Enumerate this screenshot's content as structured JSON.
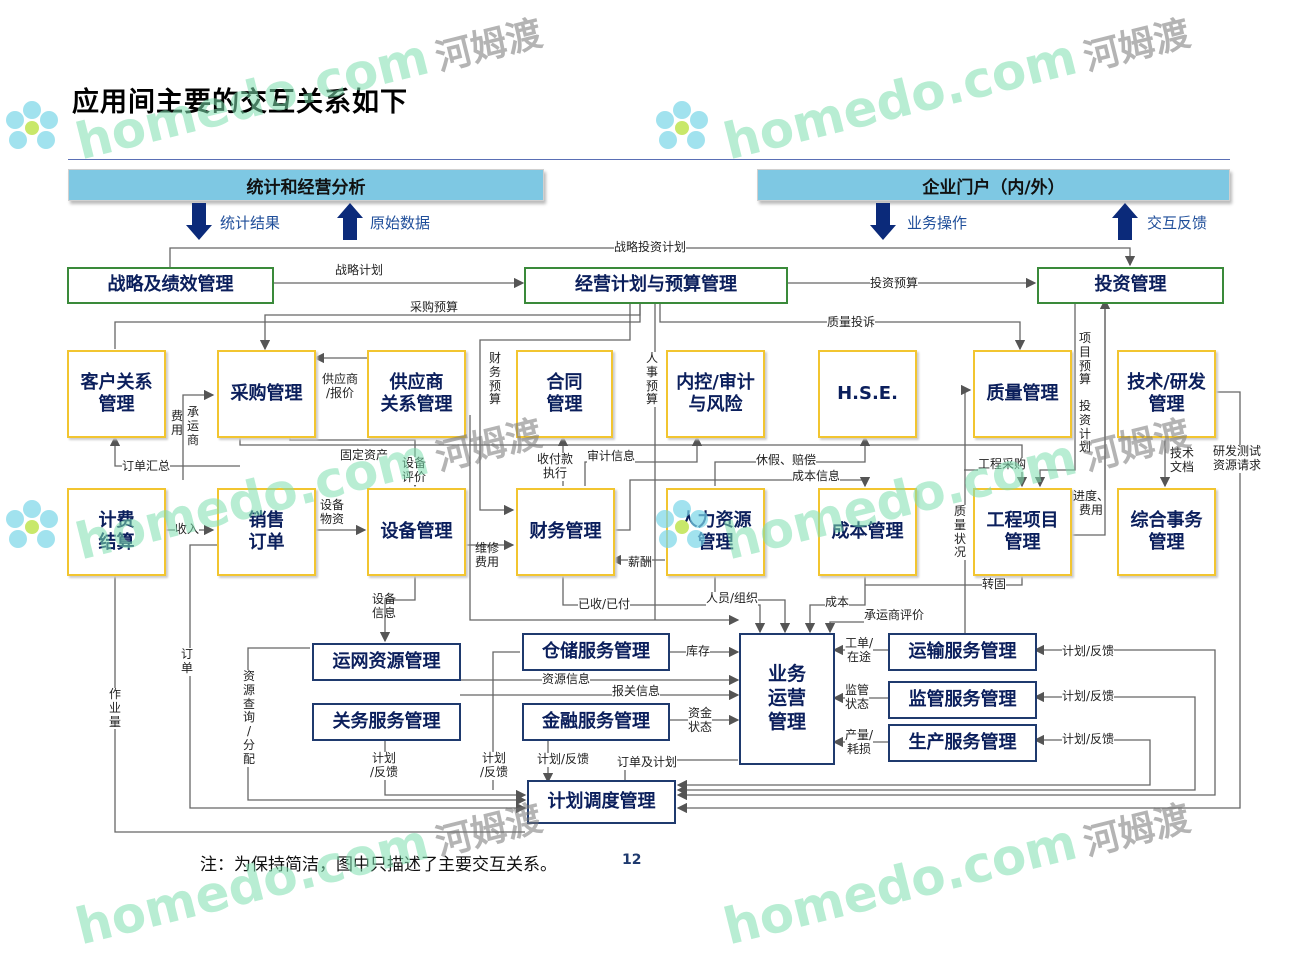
{
  "title": "应用间主要的交互关系如下",
  "bands": {
    "left": "统计和经营分析",
    "right": "企业门户（内/外）"
  },
  "top_arrows": {
    "stat_result": "统计结果",
    "raw_data": "原始数据",
    "biz_op": "业务操作",
    "interact_feedback": "交互反馈"
  },
  "green_boxes": {
    "strategy": "战略及绩效管理",
    "plan_budget": "经营计划与预算管理",
    "investment": "投资管理"
  },
  "yellow_boxes": {
    "crm": "客户关系\n管理",
    "purchase": "采购管理",
    "supplier": "供应商\n关系管理",
    "contract": "合同\n管理",
    "internal": "内控/审计\n与风险",
    "hse": "H.S.E.",
    "quality": "质量管理",
    "tech": "技术/研发\n管理",
    "billing": "计费\n结算",
    "sales": "销售\n订单",
    "equipment": "设备管理",
    "finance": "财务管理",
    "hr": "人力资源\n管理",
    "cost": "成本管理",
    "engineering": "工程项目\n管理",
    "general": "综合事务\n管理"
  },
  "navy_boxes": {
    "network": "运网资源管理",
    "warehouse": "仓储服务管理",
    "customs": "关务服务管理",
    "finance_service": "金融服务管理",
    "operations": "业务\n运营\n管理",
    "transport": "运输服务管理",
    "supervision": "监管服务管理",
    "production": "生产服务管理",
    "scheduling": "计划调度管理"
  },
  "labels": {
    "strategy_invest_plan": "战略投资计划",
    "strategy_plan": "战略计划",
    "invest_budget": "投资预算",
    "purchase_budget": "采购预算",
    "quality_complaint": "质量投诉",
    "supplier_quote": "供应商\n/报价",
    "carrier": "承\n运\n商",
    "fee": "费\n用",
    "finance_budget": "财\n务\n预\n算",
    "hr_budget": "人\n事\n预\n算",
    "project_budget": "项\n目\n预\n算",
    "invest_plan": "投\n资\n计\n划",
    "order_summary": "订单汇总",
    "fixed_assets": "固定资产",
    "equip_eval": "设备\n评价",
    "payment_exec": "收付款\n执行",
    "audit_info": "审计信息",
    "leave_comp": "休假、赔偿",
    "cost_info": "成本信息",
    "eng_purchase": "工程采购",
    "tech_docs": "技术\n文档",
    "rnd_resource": "研发测试\n资源请求",
    "income": "收入",
    "equip_material": "设备\n物资",
    "maintenance_fee": "维修\n费用",
    "salary": "薪酬",
    "progress_fee": "进度、\n费用",
    "quality_status": "质\n量\n状\n况",
    "handover": "转固",
    "equip_info": "设备\n信息",
    "received_paid": "已收/已付",
    "staff_org": "人员/组织",
    "cost": "成本",
    "carrier_eval": "承运商评价",
    "order": "订\n单",
    "workload": "作\n业\n量",
    "resource_query": "资\n源\n查\n询\n/\n分\n配",
    "inventory": "库存",
    "resource_info": "资源信息",
    "customs_info": "报关信息",
    "fund_status": "资金\n状态",
    "work_order": "工单/\n在途",
    "supervise_status": "监管\n状态",
    "output_loss": "产量/\n耗损",
    "plan_feedback_1": "计划/反馈",
    "plan_feedback_2": "计划/反馈",
    "plan_feedback_3": "计划/反馈",
    "plan_feedback_customs": "计划\n/反馈",
    "plan_feedback_wh": "计划\n/反馈",
    "plan_feedback_fin": "计划/反馈",
    "order_plan": "订单及计划"
  },
  "note": "注：为保持简洁，图中只描述了主要交互关系。",
  "page_number": "12",
  "watermark": {
    "en": "homedo.com",
    "cn": "河姆渡"
  },
  "colors": {
    "band": "#7ec8e3",
    "green_border": "#3a8a3a",
    "yellow_border": "#f2c530",
    "navy_border": "#1f3a6e",
    "arrow": "#1f3a8a"
  }
}
